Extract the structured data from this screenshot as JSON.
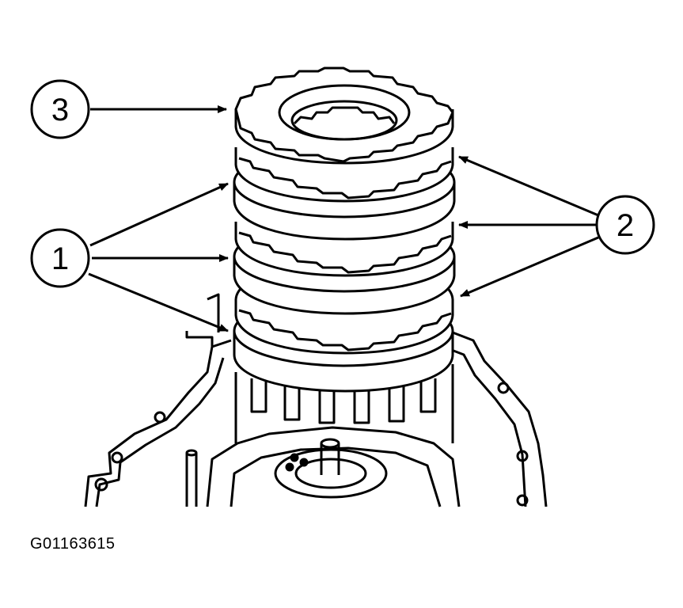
{
  "callouts": [
    {
      "id": "callout-3",
      "number": "3"
    },
    {
      "id": "callout-1",
      "number": "1"
    },
    {
      "id": "callout-2",
      "number": "2"
    }
  ],
  "figure_id": "G01163615",
  "colors": {
    "ink": "#000000",
    "paper": "#ffffff"
  }
}
